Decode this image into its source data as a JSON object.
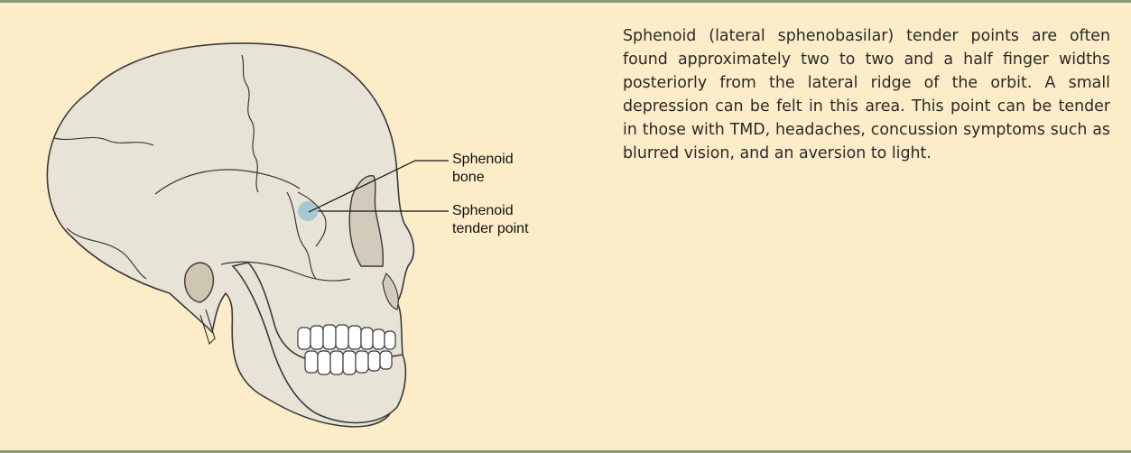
{
  "colors": {
    "background": "#fdecc8",
    "border": "#8a9a78",
    "bone": "#e8e3d7",
    "outline": "#3a3a3a",
    "tender_point": "#9fc3cf"
  },
  "labels": {
    "sphenoid_bone": [
      "Sphenoid",
      "bone"
    ],
    "tender_point": [
      "Sphenoid",
      "tender point"
    ]
  },
  "description": "Sphenoid (lateral sphenobasilar) tender points are often found approximately two to two and a half finger widths posteriorly from the lateral ridge of the orbit. A small depression can be felt in this area. This point can be tender in those with TMD, headaches, concussion symptoms such as blurred vision, and an aversion to light."
}
